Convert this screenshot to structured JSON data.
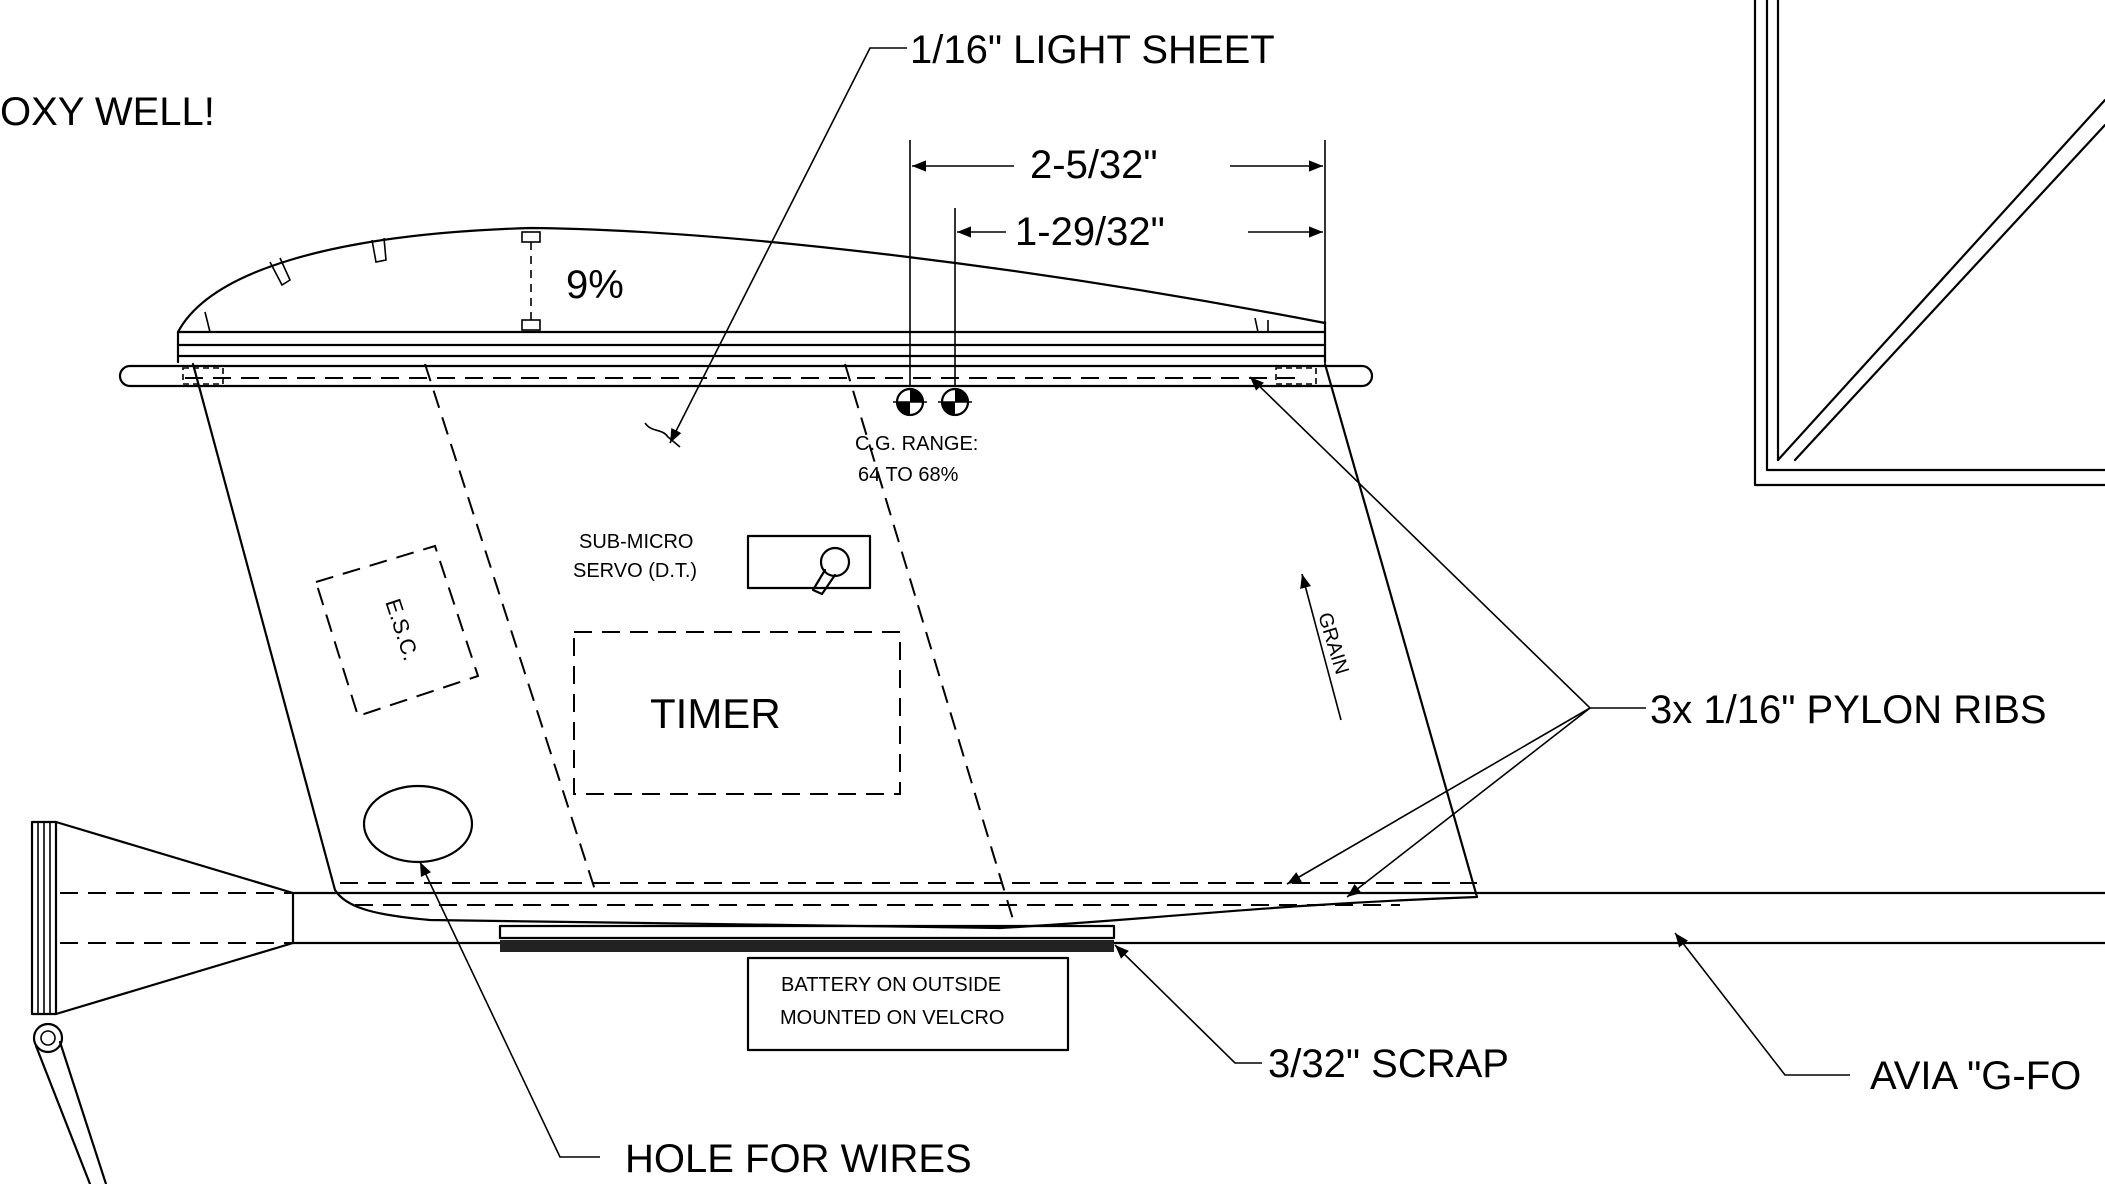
{
  "labels": {
    "epoxy_note": "OXY WELL!",
    "light_sheet": "1/16\" LIGHT SHEET",
    "dim_outer": "2-5/32\"",
    "dim_inner": "1-29/32\"",
    "thickness": "9%",
    "cg_line1": "C.G. RANGE:",
    "cg_line2": "64 TO 68%",
    "servo_line1": "SUB-MICRO",
    "servo_line2": "SERVO (D.T.)",
    "esc": "E.S.C.",
    "grain": "GRAIN",
    "timer": "TIMER",
    "pylon_ribs": "3x 1/16\" PYLON RIBS",
    "battery_line1": "BATTERY ON OUTSIDE",
    "battery_line2": "MOUNTED ON VELCRO",
    "scrap": "3/32\" SCRAP",
    "boom": "AVIA \"G-FO",
    "hole": "HOLE FOR WIRES"
  }
}
